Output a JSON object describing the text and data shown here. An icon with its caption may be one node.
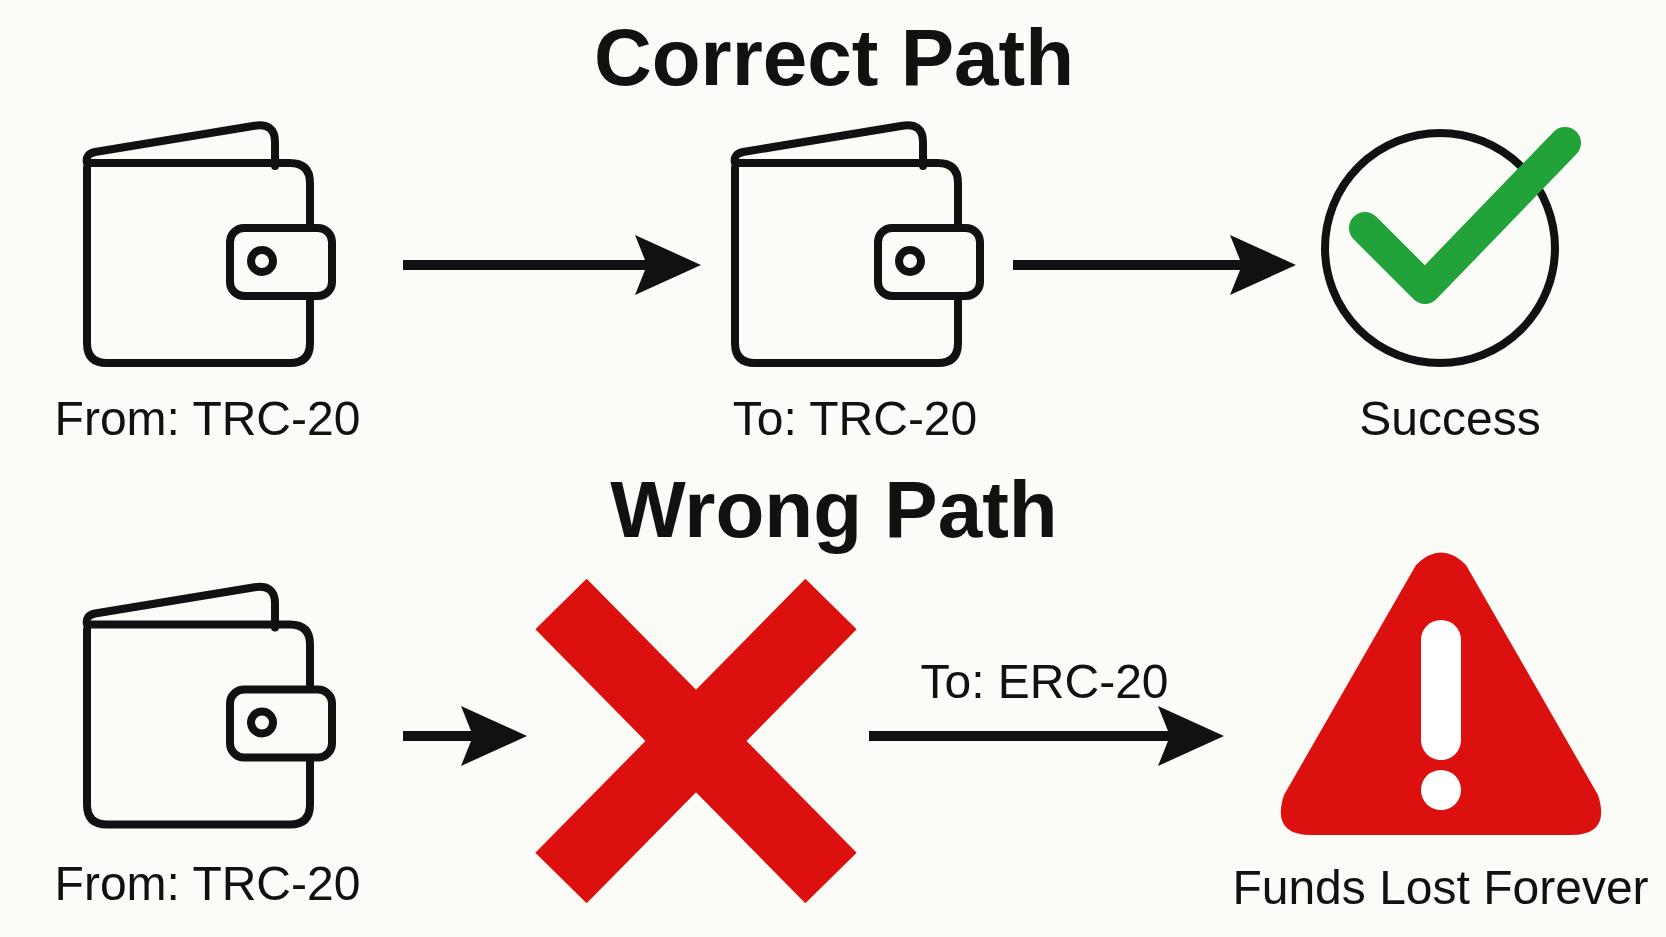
{
  "diagram": {
    "nodes": [
      {
        "text": [
          "From: TRC-20"
        ]
      },
      {
        "text": [
          "To: TRC-20"
        ]
      },
      {
        "text": [
          "Success"
        ]
      },
      {
        "text": [
          "From: TRC-20"
        ]
      },
      {
        "text": [],
        "shape": "picture"
      },
      {
        "text": [
          "Funds Lost Forever"
        ]
      }
    ],
    "edges": [
      {
        "from": 0,
        "to": 1,
        "arrow": "to"
      },
      {
        "from": 1,
        "to": 2,
        "arrow": "to"
      },
      {
        "from": 3,
        "to": 4,
        "arrow": "to"
      },
      {
        "from": 4,
        "to": 5,
        "arrow": "to",
        "label": "To: ERC-20"
      }
    ],
    "labels": [
      "Correct Path",
      "Wrong Path"
    ]
  }
}
